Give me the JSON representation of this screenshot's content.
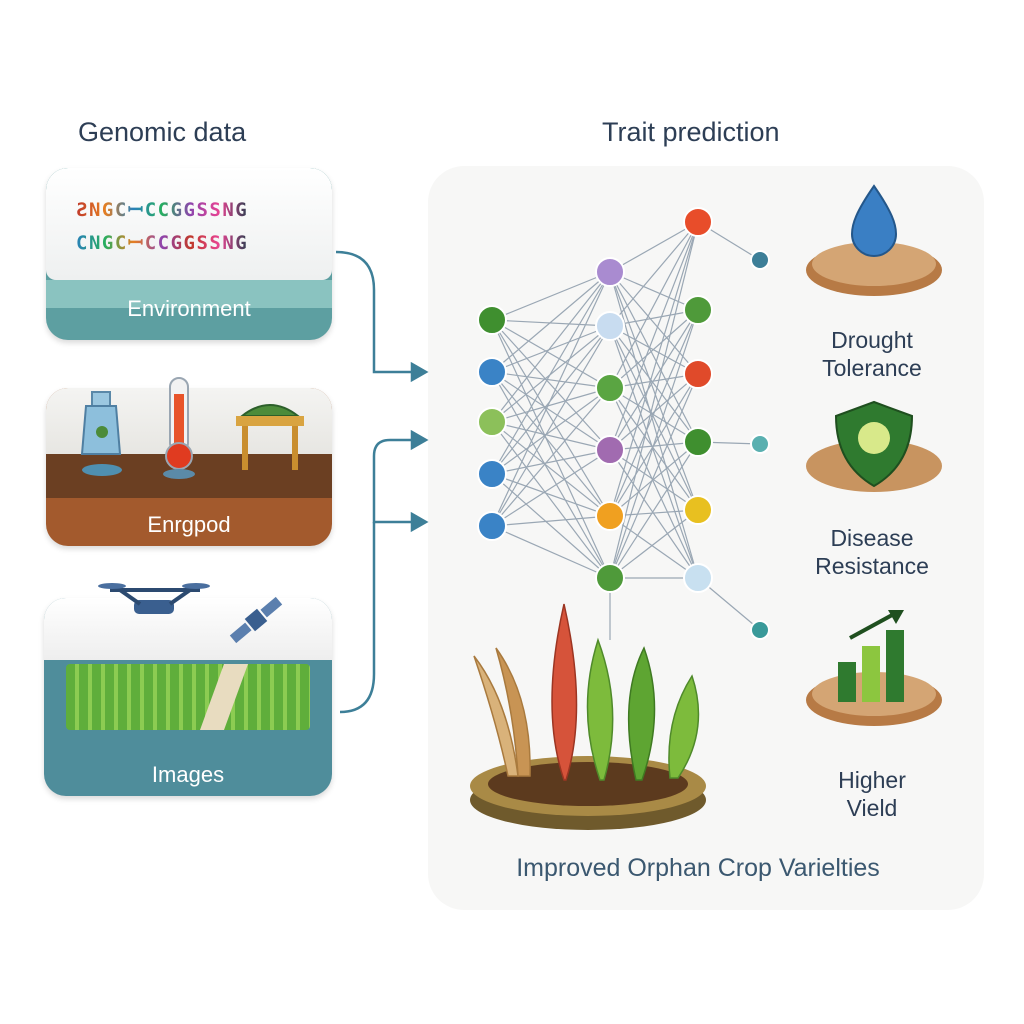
{
  "titles": {
    "left": "Genomic data",
    "right": "Trait prediction"
  },
  "cards": {
    "genomic": {
      "seq_line1": "ƧNGCꟷCCGGSSNG",
      "seq_line2": "ϹNGCꟷCCGGSSNG",
      "label": "Environment"
    },
    "environment": {
      "label": "Enrgpod"
    },
    "images": {
      "label": "Images"
    }
  },
  "traits": {
    "drought": {
      "line1": "Drought",
      "line2": "Tolerance",
      "icon": "water-drop-icon"
    },
    "disease": {
      "line1": "Disease",
      "line2": "Resistance",
      "icon": "shield-icon"
    },
    "yield": {
      "line1": "Higher",
      "line2": "Vield",
      "icon": "bar-chart-arrow-icon"
    }
  },
  "bottom_label": "Improved Orphan Crop Varielties",
  "colors": {
    "title": "#2d3e55",
    "connector": "#3d7f98",
    "teal_card": "#5c9fa0",
    "soil_card": "#a0582c",
    "panel_bg": "#f7f7f6"
  }
}
